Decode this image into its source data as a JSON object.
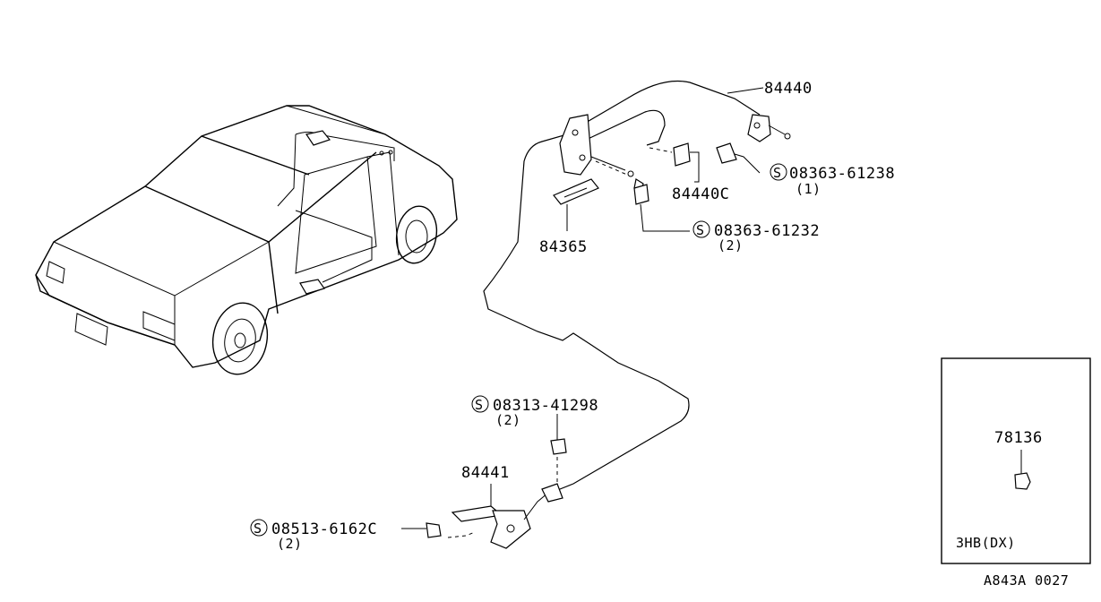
{
  "parts": {
    "p84440": "84440",
    "p84440C": "84440C",
    "p84365": "84365",
    "p84441": "84441",
    "bolt1": {
      "symbol": "S",
      "number": "08363-61238",
      "qty": "(1)"
    },
    "bolt2": {
      "symbol": "S",
      "number": "08363-61232",
      "qty": "(2)"
    },
    "bolt3": {
      "symbol": "S",
      "number": "08313-41298",
      "qty": "(2)"
    },
    "bolt4": {
      "symbol": "S",
      "number": "08513-6162C",
      "qty": "(2)"
    }
  },
  "inset": {
    "part": "78136",
    "variant": "3HB(DX)"
  },
  "figure_id": "A843A 0027"
}
